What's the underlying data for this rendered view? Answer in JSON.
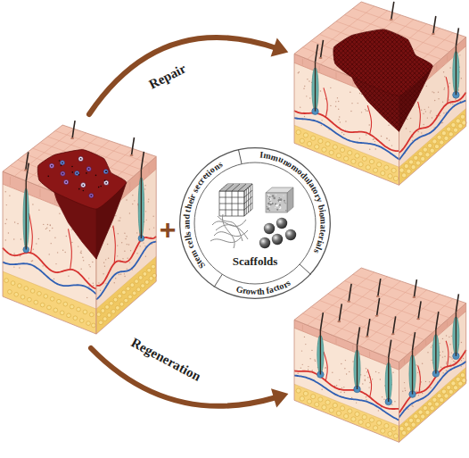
{
  "diagram": {
    "nodes": [
      {
        "text": [
          "Stem cells and their secretions",
          "Immunomodulatory biomaterials",
          "Growth factors",
          "Scaffolds"
        ]
      }
    ],
    "labels": [
      "+",
      "Repair",
      "Regeneration"
    ]
  }
}
